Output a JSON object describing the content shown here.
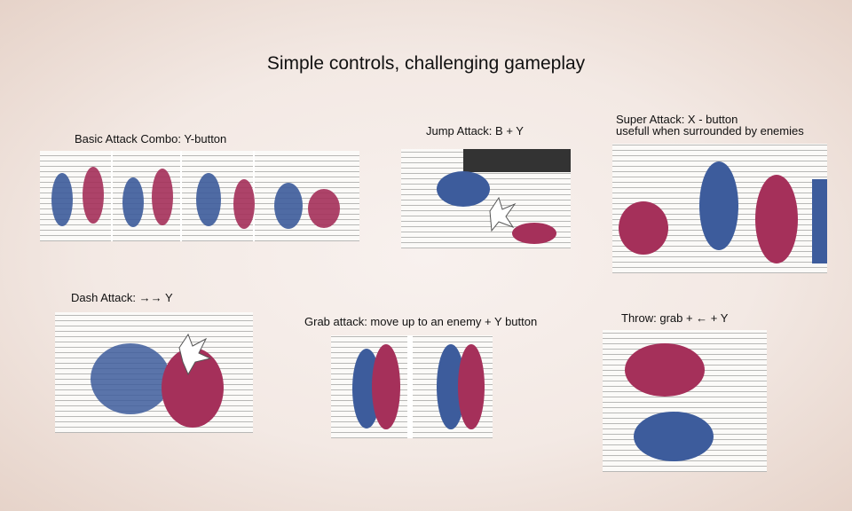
{
  "title": "Simple controls, challenging gameplay",
  "colors": {
    "player": "#3d5c9c",
    "enemy": "#a5305a",
    "ink": "#444444"
  },
  "moves": [
    {
      "name": "Basic Attack Combo: Y-button",
      "frames": 4
    },
    {
      "name": "Jump Attack: B + Y",
      "frames": 1
    },
    {
      "name": "Super Attack: X - button",
      "note": "usefull when surrounded by enemies",
      "frames": 1
    },
    {
      "name": "Dash Attack: →→ Y",
      "frames": 1
    },
    {
      "name": "Grab attack: move up to an enemy + Y button",
      "frames": 2
    },
    {
      "name": "Throw: grab + ← + Y",
      "frames": 1
    }
  ]
}
